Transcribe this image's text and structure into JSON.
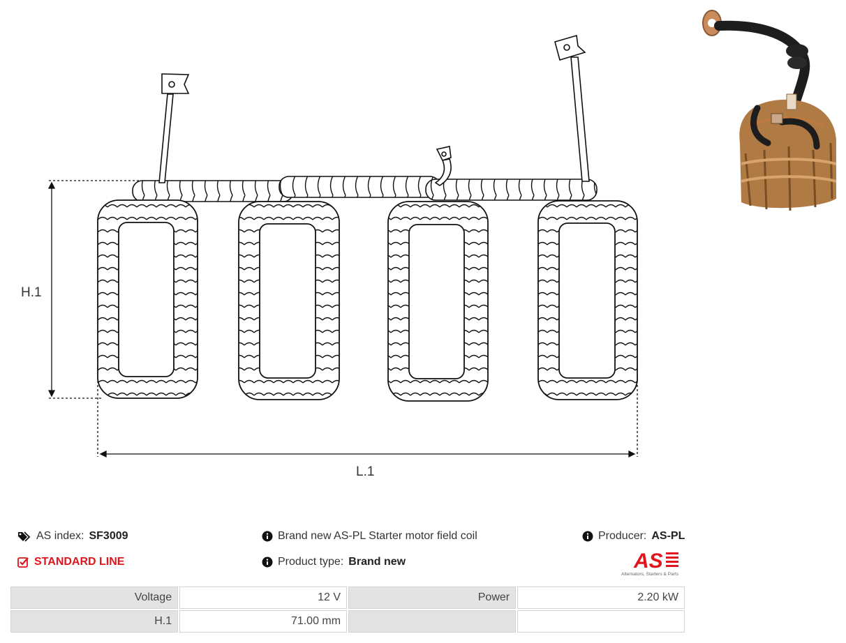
{
  "diagram": {
    "height_label": "H.1",
    "length_label": "L.1"
  },
  "info": {
    "as_index_label": "AS index:",
    "as_index_value": "SF3009",
    "line_label": "STANDARD LINE",
    "description": "Brand new AS-PL Starter motor field coil",
    "product_type_label": "Product type:",
    "product_type_value": "Brand new",
    "producer_label": "Producer:",
    "producer_value": "AS-PL"
  },
  "logo": {
    "mark": "AS",
    "tagline": "Alternators, Starters & Parts"
  },
  "specs": [
    {
      "label": "Voltage",
      "value": "12 V",
      "label2": "Power",
      "value2": "2.20 kW"
    },
    {
      "label": "H.1",
      "value": "71.00 mm",
      "label2": "",
      "value2": ""
    }
  ],
  "colors": {
    "accent": "#e2141c",
    "table_label_bg": "#e3e3e3",
    "table_border": "#d3d3d3"
  }
}
